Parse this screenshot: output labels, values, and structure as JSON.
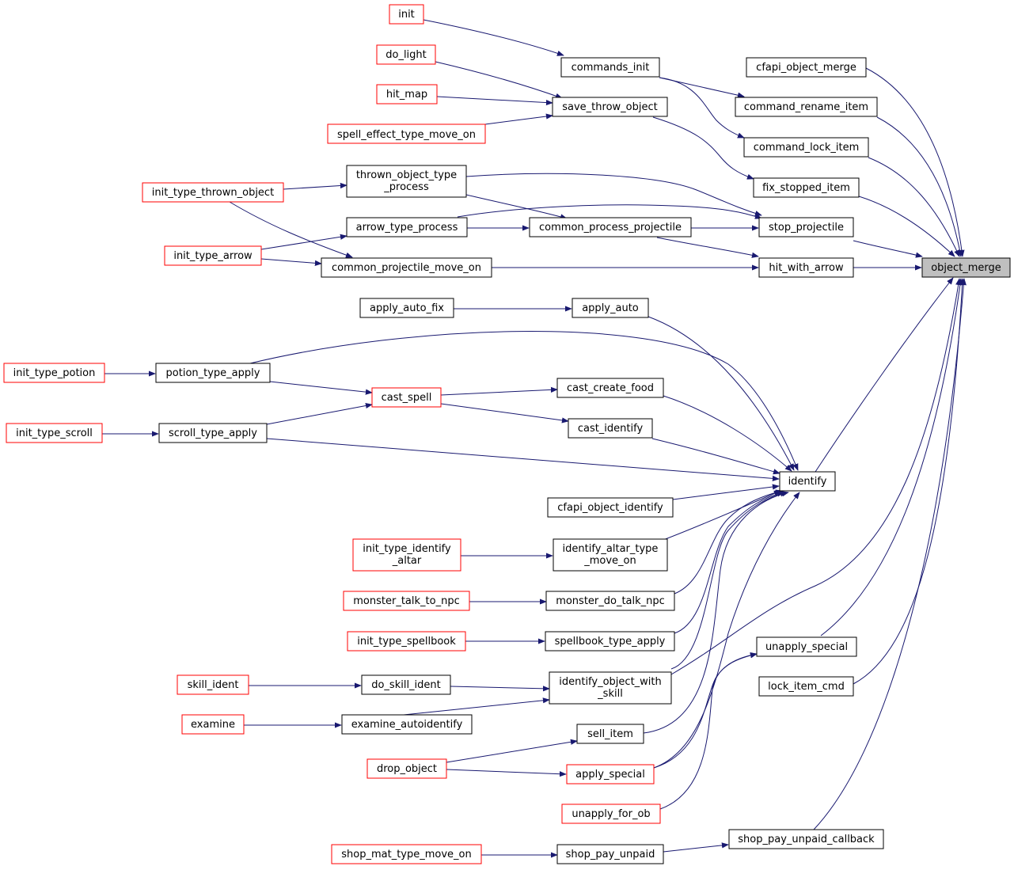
{
  "graph": {
    "colors": {
      "edge": "#191970",
      "red_border": "#ff0000",
      "normal_border": "#000000",
      "target_fill": "#bfbfbf"
    },
    "nodes": {
      "init": "init",
      "do_light": "do_light",
      "hit_map": "hit_map",
      "spell_effect_type_move_on": "spell_effect_type_move_on",
      "commands_init": "commands_init",
      "save_throw_object": "save_throw_object",
      "cfapi_object_merge": "cfapi_object_merge",
      "command_rename_item": "command_rename_item",
      "command_lock_item": "command_lock_item",
      "fix_stopped_item": "fix_stopped_item",
      "thrown_object_type_process_l1": "thrown_object_type",
      "thrown_object_type_process_l2": "_process",
      "init_type_thrown_object": "init_type_thrown_object",
      "arrow_type_process": "arrow_type_process",
      "common_process_projectile": "common_process_projectile",
      "stop_projectile": "stop_projectile",
      "init_type_arrow": "init_type_arrow",
      "common_projectile_move_on": "common_projectile_move_on",
      "hit_with_arrow": "hit_with_arrow",
      "object_merge": "object_merge",
      "apply_auto_fix": "apply_auto_fix",
      "apply_auto": "apply_auto",
      "init_type_potion": "init_type_potion",
      "potion_type_apply": "potion_type_apply",
      "cast_create_food": "cast_create_food",
      "cast_spell": "cast_spell",
      "cast_identify": "cast_identify",
      "init_type_scroll": "init_type_scroll",
      "scroll_type_apply": "scroll_type_apply",
      "identify": "identify",
      "cfapi_object_identify": "cfapi_object_identify",
      "init_type_identify_altar_l1": "init_type_identify",
      "init_type_identify_altar_l2": "_altar",
      "identify_altar_type_move_on_l1": "identify_altar_type",
      "identify_altar_type_move_on_l2": "_move_on",
      "monster_talk_to_npc": "monster_talk_to_npc",
      "monster_do_talk_npc": "monster_do_talk_npc",
      "init_type_spellbook": "init_type_spellbook",
      "spellbook_type_apply": "spellbook_type_apply",
      "unapply_special": "unapply_special",
      "skill_ident": "skill_ident",
      "do_skill_ident": "do_skill_ident",
      "identify_object_with_skill_l1": "identify_object_with",
      "identify_object_with_skill_l2": "_skill",
      "lock_item_cmd": "lock_item_cmd",
      "examine": "examine",
      "examine_autoidentify": "examine_autoidentify",
      "sell_item": "sell_item",
      "drop_object": "drop_object",
      "apply_special": "apply_special",
      "unapply_for_ob": "unapply_for_ob",
      "shop_pay_unpaid_callback": "shop_pay_unpaid_callback",
      "shop_mat_type_move_on": "shop_mat_type_move_on",
      "shop_pay_unpaid": "shop_pay_unpaid"
    }
  }
}
